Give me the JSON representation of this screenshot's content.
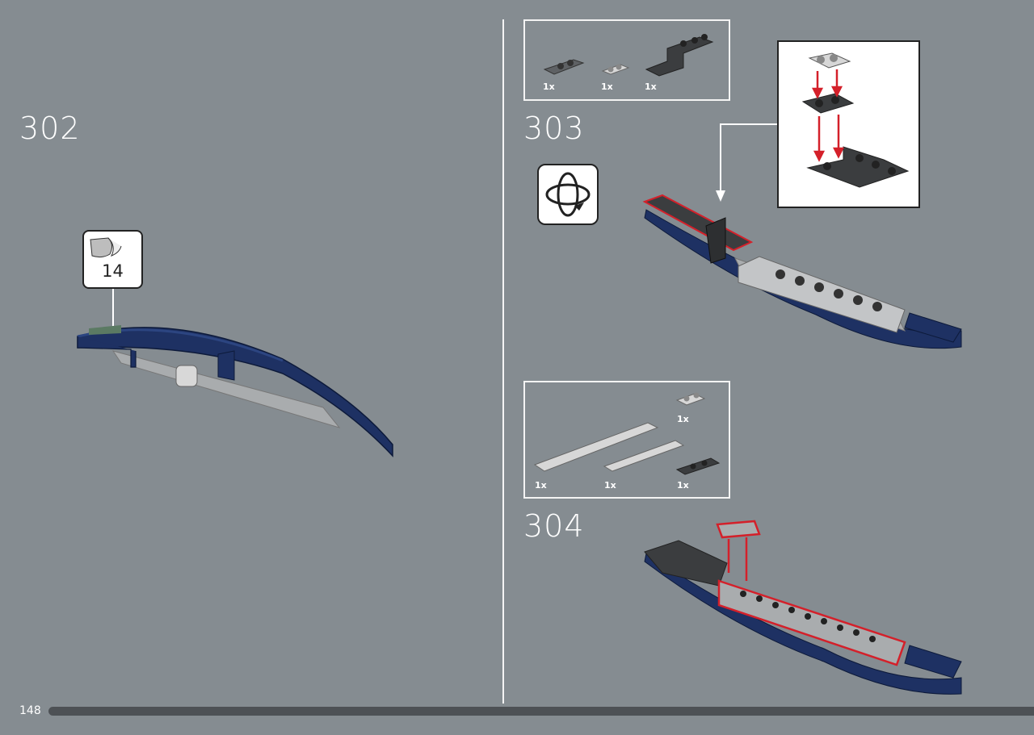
{
  "steps": {
    "s302": "302",
    "s303": "303",
    "s304": "304"
  },
  "sticker": {
    "number": "14"
  },
  "parts303": {
    "q1": "1x",
    "q2": "1x",
    "q3": "1x"
  },
  "parts304": {
    "q1": "1x",
    "q2": "1x",
    "q3": "1x",
    "q4": "1x"
  },
  "page": {
    "number": "148"
  },
  "colors": {
    "background": "#858c91",
    "dark_blue": "#1e3163",
    "light_gray": "#a9acae",
    "dark_gray": "#3b3d3f",
    "highlight_red": "#d4202a"
  }
}
